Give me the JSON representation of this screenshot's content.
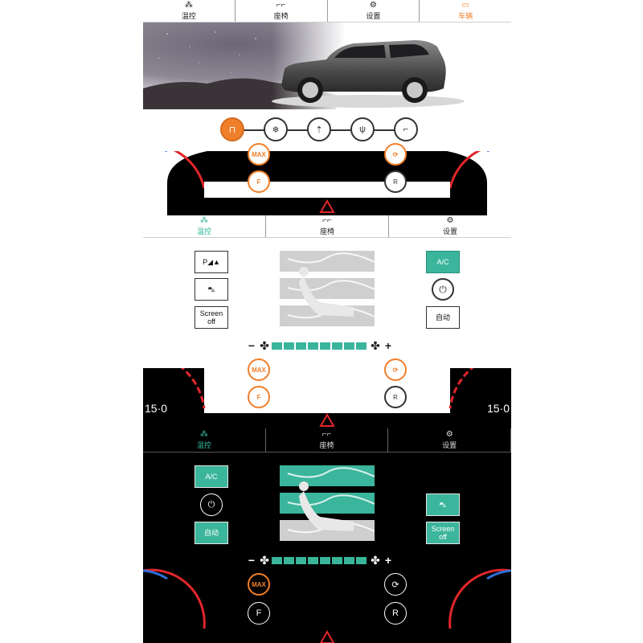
{
  "colors": {
    "accent_orange": "#f07f2a",
    "accent_green": "#3bb59c",
    "arc_red": "#e1262b",
    "arc_blue": "#2f6fd6"
  },
  "panel1": {
    "tabs": [
      {
        "label": "温控",
        "icon": "climate-icon"
      },
      {
        "label": "座椅",
        "icon": "seat-icon"
      },
      {
        "label": "设置",
        "icon": "settings-icon"
      },
      {
        "label": "车辆",
        "icon": "vehicle-icon",
        "active": true
      }
    ],
    "seat_modes": [
      "seat-upright-icon",
      "seat-heat-cool-icon",
      "seat-raise-icon",
      "seat-recline-icon",
      "seat-flat-icon"
    ],
    "left_buttons": {
      "max_label": "MAX",
      "front_defrost_label": "F"
    },
    "right_buttons": {
      "rear_label": "R"
    }
  },
  "panel2": {
    "tabs": [
      {
        "label": "温控",
        "icon": "climate-icon",
        "active": true
      },
      {
        "label": "座椅",
        "icon": "seat-icon"
      },
      {
        "label": "设置",
        "icon": "settings-icon"
      }
    ],
    "left_buttons": {
      "parking_label": "P",
      "car_icon": "car-icon",
      "screen_off_label": "Screen\noff"
    },
    "right_buttons": {
      "ac_label": "A/C",
      "power_icon": "power-icon",
      "auto_label": "自动"
    },
    "fan": {
      "minus": "−",
      "plus": "+",
      "segments": 8
    },
    "temp_left": "15·0",
    "temp_right": "15·0",
    "max_label": "MAX",
    "front_defrost_label": "F",
    "rear_label": "R"
  },
  "panel3": {
    "tabs": [
      {
        "label": "温控",
        "icon": "climate-icon",
        "active": true
      },
      {
        "label": "座椅",
        "icon": "seat-icon"
      },
      {
        "label": "设置",
        "icon": "settings-icon"
      }
    ],
    "left_buttons": {
      "ac_label": "A/C",
      "power_icon": "power-icon",
      "auto_label": "自动"
    },
    "right_buttons": {
      "car_icon": "car-icon",
      "screen_off_label": "Screen\noff"
    },
    "fan": {
      "minus": "−",
      "plus": "+",
      "segments": 8
    },
    "max_label": "MAX",
    "front_defrost_label": "F",
    "rear_label": "R"
  }
}
